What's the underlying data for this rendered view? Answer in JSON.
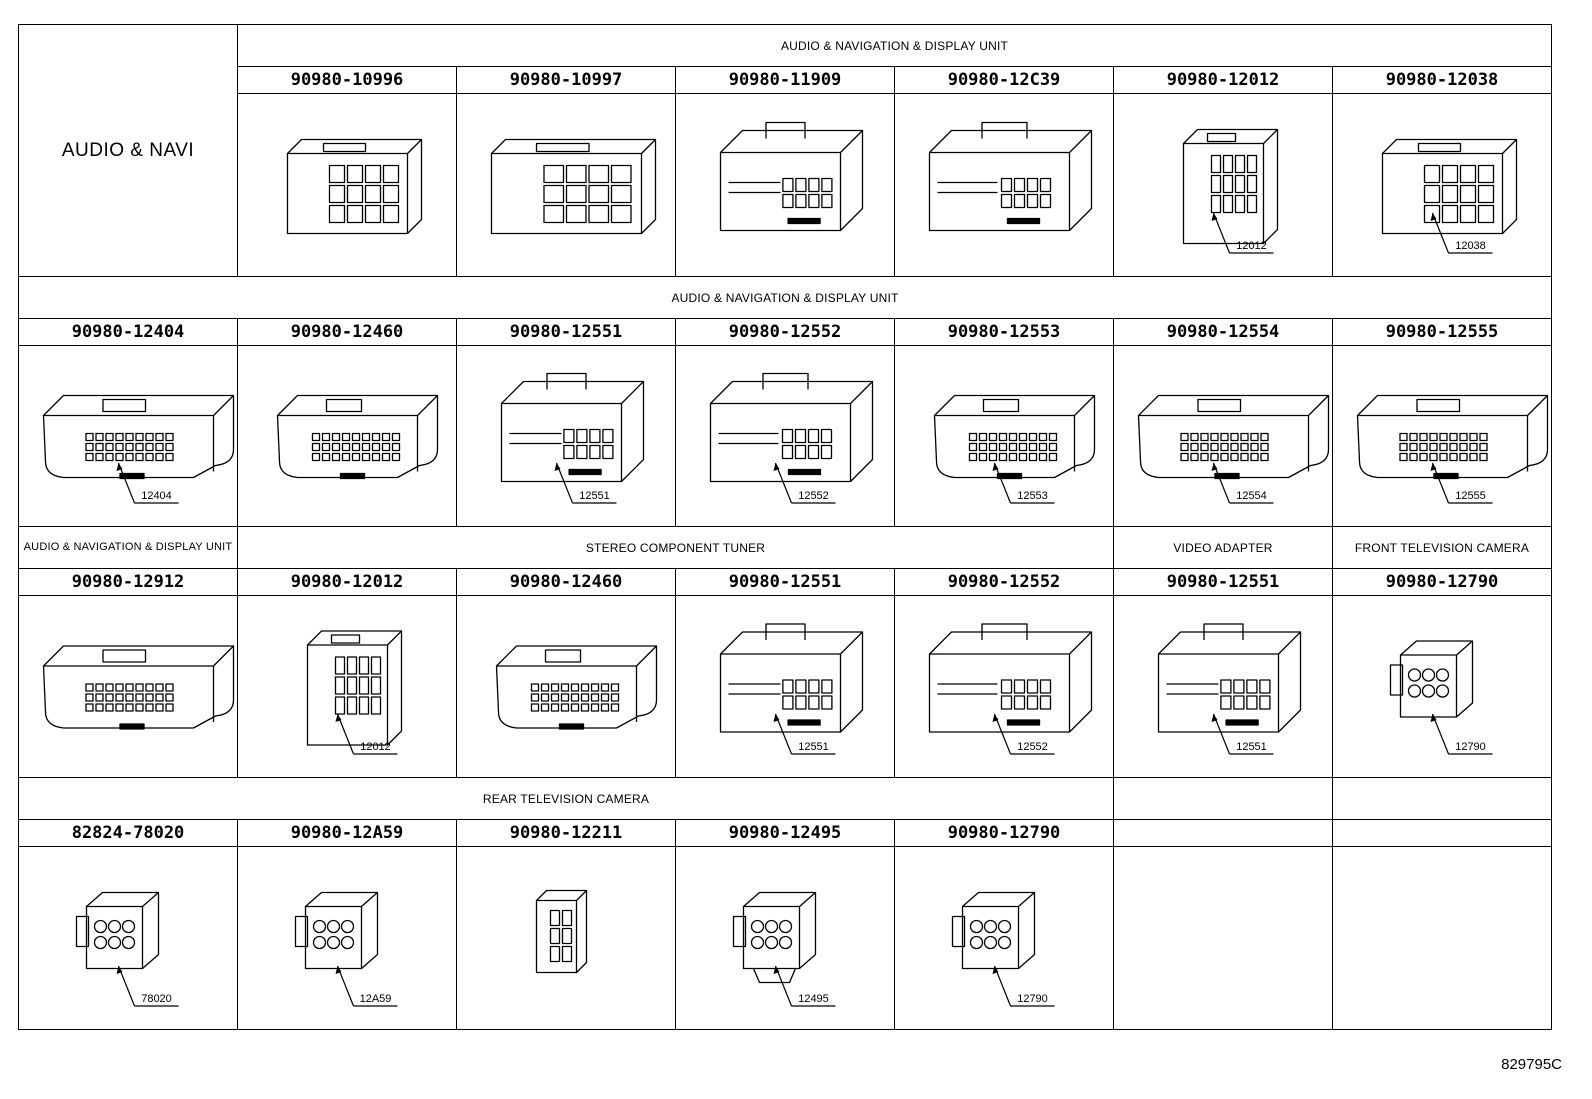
{
  "group_title": "AUDIO & NAVI",
  "drawing_id": "829795C",
  "sections": [
    {
      "headers": [
        {
          "text": "AUDIO & NAVIGATION & DISPLAY UNIT",
          "span": 6
        }
      ],
      "parts": [
        {
          "pn": "90980-10996",
          "callout": "",
          "shape": "box-small"
        },
        {
          "pn": "90980-10997",
          "callout": "",
          "shape": "box-wide"
        },
        {
          "pn": "90980-11909",
          "callout": "",
          "shape": "latch"
        },
        {
          "pn": "90980-12C39",
          "callout": "",
          "shape": "latch-wide"
        },
        {
          "pn": "90980-12012",
          "callout": "12012",
          "shape": "tall"
        },
        {
          "pn": "90980-12038",
          "callout": "12038",
          "shape": "block"
        }
      ]
    },
    {
      "headers": [
        {
          "text": "AUDIO & NAVIGATION & DISPLAY UNIT",
          "span": 7
        }
      ],
      "parts": [
        {
          "pn": "90980-12404",
          "callout": "12404",
          "shape": "flat-wide"
        },
        {
          "pn": "90980-12460",
          "callout": "",
          "shape": "flat"
        },
        {
          "pn": "90980-12551",
          "callout": "12551",
          "shape": "bridge"
        },
        {
          "pn": "90980-12552",
          "callout": "12552",
          "shape": "bridge-wide"
        },
        {
          "pn": "90980-12553",
          "callout": "12553",
          "shape": "flat"
        },
        {
          "pn": "90980-12554",
          "callout": "12554",
          "shape": "flat-wide"
        },
        {
          "pn": "90980-12555",
          "callout": "12555",
          "shape": "flat-wide"
        }
      ]
    },
    {
      "headers": [
        {
          "text": "AUDIO & NAVIGATION & DISPLAY UNIT",
          "span": 1
        },
        {
          "text": "STEREO COMPONENT TUNER",
          "span": 4
        },
        {
          "text": "VIDEO ADAPTER",
          "span": 1
        },
        {
          "text": "FRONT TELEVISION CAMERA",
          "span": 1
        }
      ],
      "parts": [
        {
          "pn": "90980-12912",
          "callout": "",
          "shape": "flat-wide"
        },
        {
          "pn": "90980-12012",
          "callout": "12012",
          "shape": "tall"
        },
        {
          "pn": "90980-12460",
          "callout": "",
          "shape": "flat"
        },
        {
          "pn": "90980-12551",
          "callout": "12551",
          "shape": "bridge"
        },
        {
          "pn": "90980-12552",
          "callout": "12552",
          "shape": "bridge-wide"
        },
        {
          "pn": "90980-12551",
          "callout": "12551",
          "shape": "bridge"
        },
        {
          "pn": "90980-12790",
          "callout": "12790",
          "shape": "round6"
        }
      ]
    },
    {
      "headers": [
        {
          "text": "REAR TELEVISION CAMERA",
          "span": 5
        },
        {
          "text": "",
          "span": 1
        },
        {
          "text": "",
          "span": 1
        }
      ],
      "parts": [
        {
          "pn": "82824-78020",
          "callout": "78020",
          "shape": "round6"
        },
        {
          "pn": "90980-12A59",
          "callout": "12A59",
          "shape": "round6"
        },
        {
          "pn": "90980-12211",
          "callout": "",
          "shape": "small-block"
        },
        {
          "pn": "90980-12495",
          "callout": "12495",
          "shape": "round-clip"
        },
        {
          "pn": "90980-12790",
          "callout": "12790",
          "shape": "round6"
        },
        {
          "pn": "",
          "callout": "",
          "shape": "none"
        },
        {
          "pn": "",
          "callout": "",
          "shape": "none"
        }
      ]
    }
  ]
}
